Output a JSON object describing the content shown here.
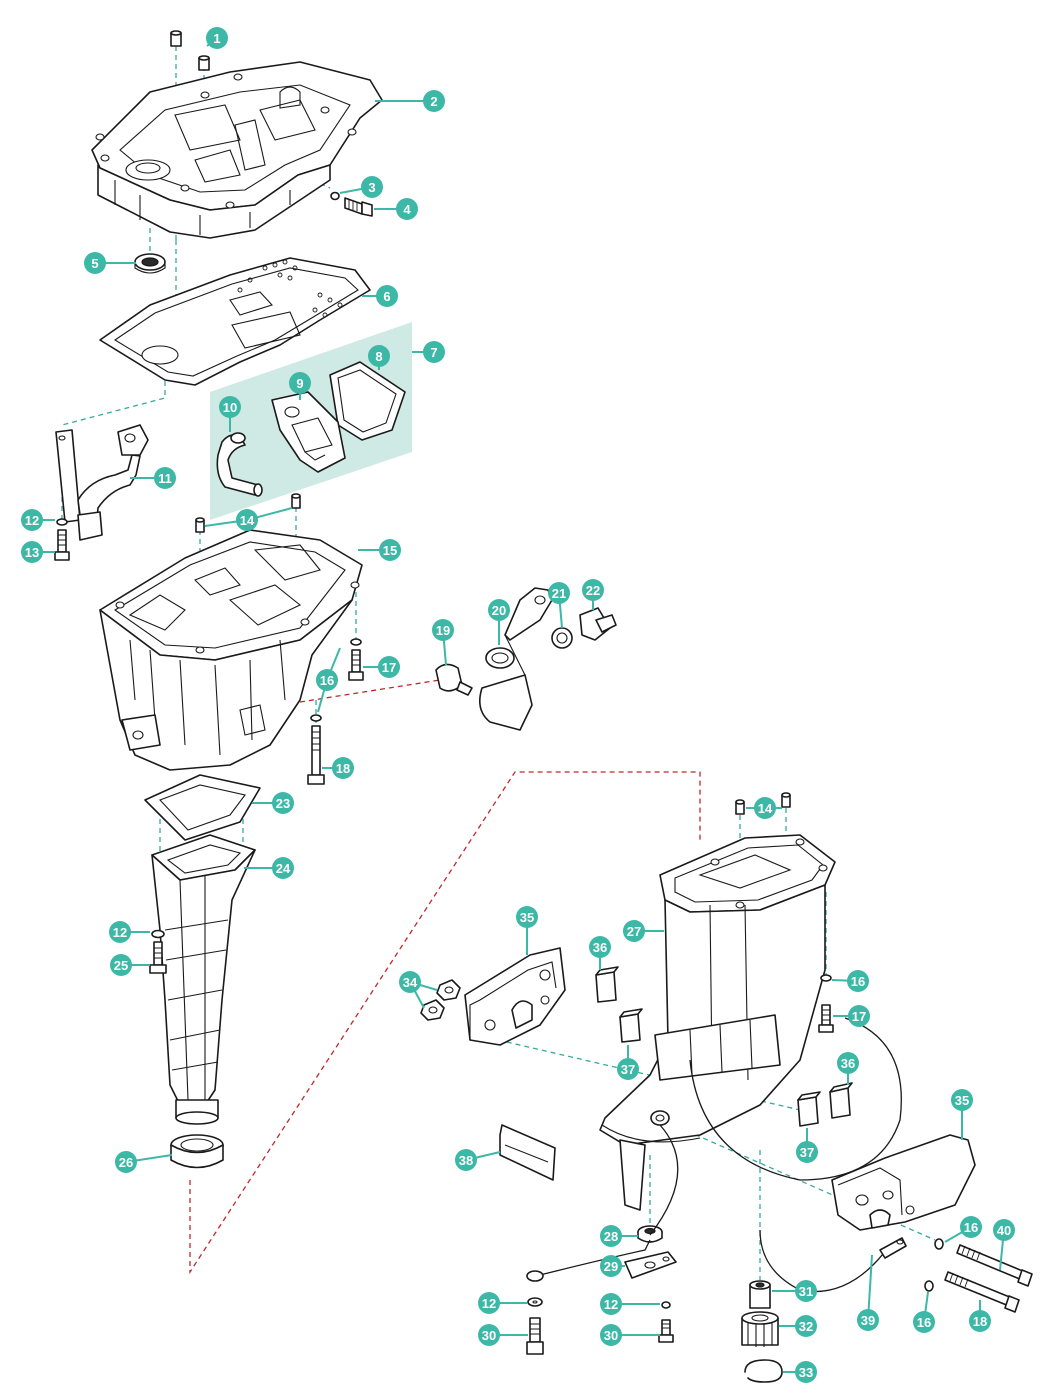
{
  "colors": {
    "callout": "#3db8a6",
    "guide_teal": "#3aa99a",
    "guide_red": "#c0282d",
    "panel": "#cfe9e4",
    "outline": "#1a1a1a"
  },
  "callouts": [
    {
      "id": "c1",
      "label": "1"
    },
    {
      "id": "c2",
      "label": "2"
    },
    {
      "id": "c3",
      "label": "3"
    },
    {
      "id": "c4",
      "label": "4"
    },
    {
      "id": "c5",
      "label": "5"
    },
    {
      "id": "c6",
      "label": "6"
    },
    {
      "id": "c7",
      "label": "7"
    },
    {
      "id": "c8",
      "label": "8"
    },
    {
      "id": "c9",
      "label": "9"
    },
    {
      "id": "c10",
      "label": "10"
    },
    {
      "id": "c11",
      "label": "11"
    },
    {
      "id": "c12a",
      "label": "12"
    },
    {
      "id": "c13",
      "label": "13"
    },
    {
      "id": "c14a",
      "label": "14"
    },
    {
      "id": "c15",
      "label": "15"
    },
    {
      "id": "c16a",
      "label": "16"
    },
    {
      "id": "c17a",
      "label": "17"
    },
    {
      "id": "c18a",
      "label": "18"
    },
    {
      "id": "c19",
      "label": "19"
    },
    {
      "id": "c20",
      "label": "20"
    },
    {
      "id": "c21",
      "label": "21"
    },
    {
      "id": "c22",
      "label": "22"
    },
    {
      "id": "c23",
      "label": "23"
    },
    {
      "id": "c24",
      "label": "24"
    },
    {
      "id": "c12b",
      "label": "12"
    },
    {
      "id": "c25",
      "label": "25"
    },
    {
      "id": "c26",
      "label": "26"
    },
    {
      "id": "c14b",
      "label": "14"
    },
    {
      "id": "c27",
      "label": "27"
    },
    {
      "id": "c16b",
      "label": "16"
    },
    {
      "id": "c17b",
      "label": "17"
    },
    {
      "id": "c35a",
      "label": "35"
    },
    {
      "id": "c36a",
      "label": "36"
    },
    {
      "id": "c34",
      "label": "34"
    },
    {
      "id": "c37a",
      "label": "37"
    },
    {
      "id": "c36b",
      "label": "36"
    },
    {
      "id": "c37b",
      "label": "37"
    },
    {
      "id": "c35b",
      "label": "35"
    },
    {
      "id": "c38",
      "label": "38"
    },
    {
      "id": "c28",
      "label": "28"
    },
    {
      "id": "c29",
      "label": "29"
    },
    {
      "id": "c16c",
      "label": "16"
    },
    {
      "id": "c40",
      "label": "40"
    },
    {
      "id": "c31",
      "label": "31"
    },
    {
      "id": "c12c",
      "label": "12"
    },
    {
      "id": "c12d",
      "label": "12"
    },
    {
      "id": "c39",
      "label": "39"
    },
    {
      "id": "c16d",
      "label": "16"
    },
    {
      "id": "c18b",
      "label": "18"
    },
    {
      "id": "c30a",
      "label": "30"
    },
    {
      "id": "c30b",
      "label": "30"
    },
    {
      "id": "c32",
      "label": "32"
    },
    {
      "id": "c33",
      "label": "33"
    }
  ]
}
